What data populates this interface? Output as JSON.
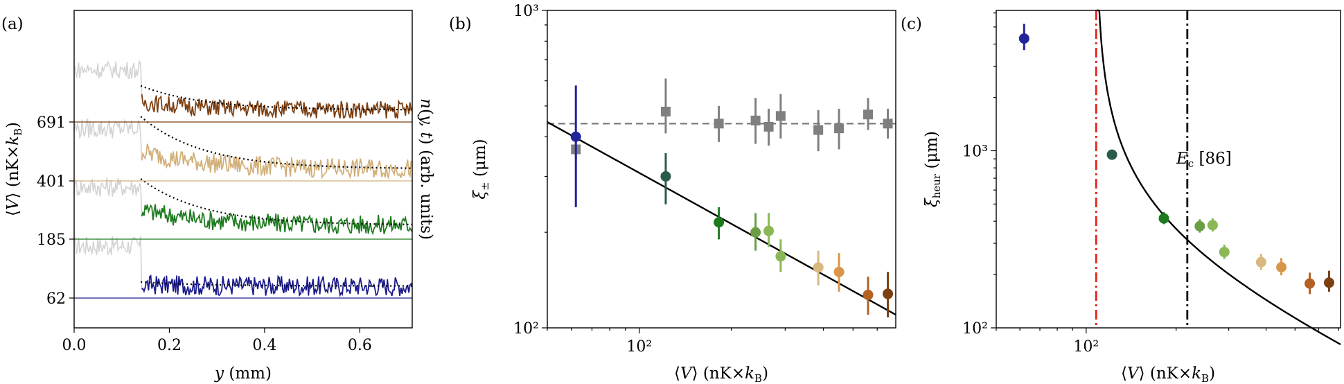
{
  "chart_data": [
    {
      "panel": "(a)",
      "type": "line",
      "xlabel": "y (mm)",
      "ylabel_left": "⟨V⟩ (nK×k_B)",
      "ylabel_right": "n(y,t) (arb. units)",
      "xlim": [
        0.0,
        0.71
      ],
      "xticks": [
        "0.0",
        "0.2",
        "0.4",
        "0.6"
      ],
      "yticks": [
        "62",
        "185",
        "401",
        "691"
      ],
      "series": [
        {
          "baseline": "62",
          "color": "#1c1c8c",
          "grey_from": 0.0,
          "colored_from": 0.14,
          "fit_start": 0.1,
          "fit_end": 0.0,
          "noise": 0.45
        },
        {
          "baseline": "185",
          "color": "#1e7a1e",
          "grey_from": 0.0,
          "colored_from": 0.14,
          "fit_start": 1.2,
          "fit_end": 0.05,
          "noise": 0.45
        },
        {
          "baseline": "401",
          "color": "#d2b07a",
          "grey_from": 0.0,
          "colored_from": 0.14,
          "fit_start": 1.3,
          "fit_end": 0.0,
          "noise": 0.45
        },
        {
          "baseline": "691",
          "color": "#7b3f12",
          "grey_from": 0.0,
          "colored_from": 0.14,
          "fit_start": 0.6,
          "fit_end": 0.0,
          "noise": 0.4
        }
      ]
    },
    {
      "panel": "(b)",
      "type": "scatter",
      "xlabel": "⟨V⟩ (nK×k_B)",
      "ylabel": "ξ± (μm)",
      "xscale": "log",
      "yscale": "log",
      "xlim": [
        50,
        690
      ],
      "ylim": [
        100,
        1000
      ],
      "xtick_major": "10²",
      "ytick_major_low": "10²",
      "ytick_major_high": "10³",
      "fit_line": {
        "type": "power",
        "points": [
          [
            50,
            445
          ],
          [
            690,
            110
          ]
        ],
        "color": "#000000"
      },
      "reference_line": {
        "y": 440,
        "style": "dashed",
        "color": "#7f7f7f"
      },
      "circles": [
        {
          "x": 62,
          "y": 400,
          "yerr": [
            240,
            580
          ],
          "color": "#23239a"
        },
        {
          "x": 122,
          "y": 300,
          "yerr": [
            245,
            355
          ],
          "color": "#2a5a4a"
        },
        {
          "x": 182,
          "y": 215,
          "yerr": [
            190,
            240
          ],
          "color": "#1e7a1e"
        },
        {
          "x": 240,
          "y": 200,
          "yerr": [
            175,
            230
          ],
          "color": "#6a9e44"
        },
        {
          "x": 265,
          "y": 202,
          "yerr": [
            180,
            230
          ],
          "color": "#8ab855"
        },
        {
          "x": 290,
          "y": 168,
          "yerr": [
            150,
            190
          ],
          "color": "#8ab855"
        },
        {
          "x": 385,
          "y": 155,
          "yerr": [
            136,
            175
          ],
          "color": "#d9b880"
        },
        {
          "x": 450,
          "y": 150,
          "yerr": [
            130,
            172
          ],
          "color": "#d9954a"
        },
        {
          "x": 560,
          "y": 127,
          "yerr": [
            110,
            145
          ],
          "color": "#b26225"
        },
        {
          "x": 650,
          "y": 128,
          "yerr": [
            108,
            150
          ],
          "color": "#7b3f12"
        }
      ],
      "squares": [
        {
          "x": 62,
          "y": 365,
          "yerr": [
            340,
            390
          ]
        },
        {
          "x": 122,
          "y": 480,
          "yerr": [
            410,
            610
          ]
        },
        {
          "x": 182,
          "y": 440,
          "yerr": [
            385,
            500
          ]
        },
        {
          "x": 240,
          "y": 450,
          "yerr": [
            380,
            530
          ]
        },
        {
          "x": 265,
          "y": 430,
          "yerr": [
            375,
            490
          ]
        },
        {
          "x": 290,
          "y": 465,
          "yerr": [
            395,
            545
          ]
        },
        {
          "x": 385,
          "y": 420,
          "yerr": [
            360,
            485
          ]
        },
        {
          "x": 450,
          "y": 425,
          "yerr": [
            365,
            490
          ]
        },
        {
          "x": 560,
          "y": 470,
          "yerr": [
            420,
            530
          ]
        },
        {
          "x": 650,
          "y": 440,
          "yerr": [
            395,
            490
          ]
        }
      ]
    },
    {
      "panel": "(c)",
      "type": "scatter",
      "xlabel": "⟨V⟩ (nK×k_B)",
      "ylabel": "ξ_heur (μm)",
      "xscale": "log",
      "yscale": "log",
      "xlim": [
        50,
        710
      ],
      "ylim": [
        100,
        6200
      ],
      "xtick_major": "10²",
      "ytick_major_low": "10²",
      "ytick_major_high": "10³",
      "annotation": "E_c [86]",
      "vline_red": {
        "x": 108,
        "style": "dash-dot",
        "color": "#e8201e"
      },
      "vline_black": {
        "x": 218,
        "style": "dash-dot",
        "color": "#000000"
      },
      "fit_curve": {
        "V0": 108,
        "A": 13500,
        "p": 0.8,
        "x_end": 710,
        "color": "#000000"
      },
      "points": [
        {
          "x": 62,
          "y": 4300,
          "yerr": [
            3700,
            5200
          ],
          "color": "#23239a"
        },
        {
          "x": 122,
          "y": 950,
          "yerr": [
            900,
            1000
          ],
          "color": "#2a5a4a"
        },
        {
          "x": 182,
          "y": 415,
          "yerr": [
            385,
            450
          ],
          "color": "#1e7a1e"
        },
        {
          "x": 240,
          "y": 375,
          "yerr": [
            345,
            410
          ],
          "color": "#6a9e44"
        },
        {
          "x": 265,
          "y": 380,
          "yerr": [
            350,
            415
          ],
          "color": "#8ab855"
        },
        {
          "x": 290,
          "y": 268,
          "yerr": [
            245,
            295
          ],
          "color": "#8ab855"
        },
        {
          "x": 385,
          "y": 235,
          "yerr": [
            212,
            262
          ],
          "color": "#d9b880"
        },
        {
          "x": 450,
          "y": 220,
          "yerr": [
            198,
            248
          ],
          "color": "#d9954a"
        },
        {
          "x": 560,
          "y": 178,
          "yerr": [
            155,
            205
          ],
          "color": "#b26225"
        },
        {
          "x": 650,
          "y": 180,
          "yerr": [
            160,
            210
          ],
          "color": "#7b3f12"
        }
      ]
    }
  ]
}
